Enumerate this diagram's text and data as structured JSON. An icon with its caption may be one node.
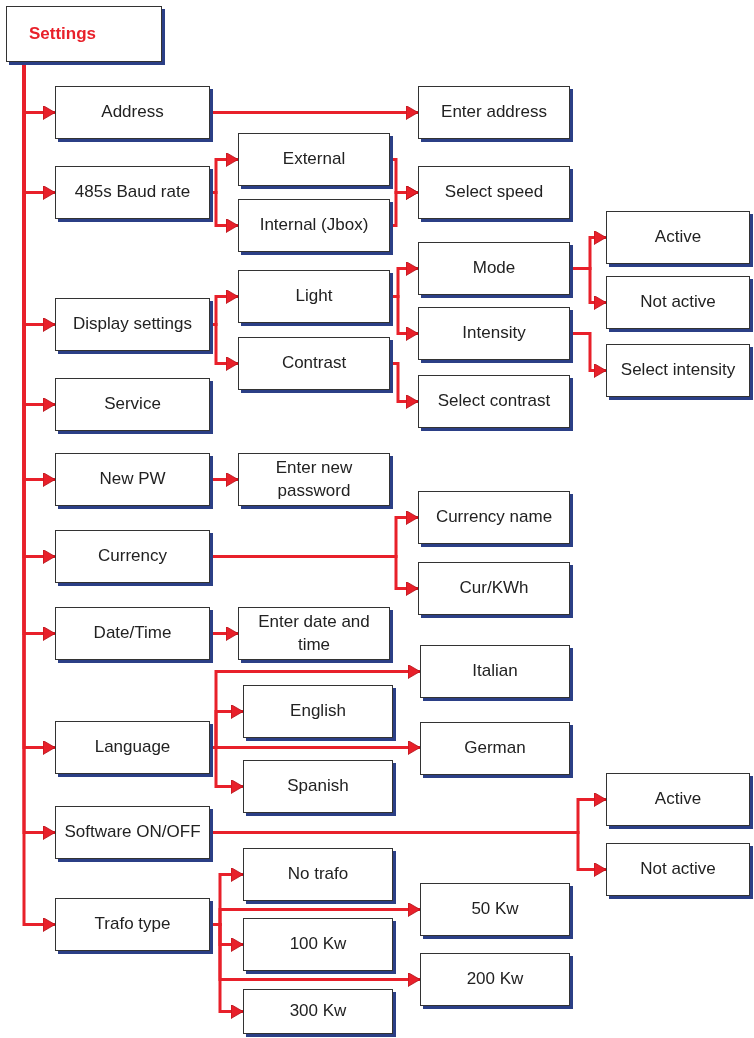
{
  "diagram": {
    "nodes": [
      {
        "text": [
          "Settings"
        ]
      },
      {
        "text": [
          "Address"
        ]
      },
      {
        "text": [
          "Enter address"
        ]
      },
      {
        "text": [
          "485s Baud rate"
        ]
      },
      {
        "text": [
          "External"
        ]
      },
      {
        "text": [
          "Internal (Jbox)"
        ]
      },
      {
        "text": [
          "Select speed"
        ]
      },
      {
        "text": [
          "Display settings"
        ]
      },
      {
        "text": [
          "Light"
        ]
      },
      {
        "text": [
          "Contrast"
        ]
      },
      {
        "text": [
          "Mode"
        ]
      },
      {
        "text": [
          "Intensity"
        ]
      },
      {
        "text": [
          "Active"
        ]
      },
      {
        "text": [
          "Not active"
        ]
      },
      {
        "text": [
          "Select intensity"
        ]
      },
      {
        "text": [
          "Select contrast"
        ]
      },
      {
        "text": [
          "Service"
        ]
      },
      {
        "text": [
          "New PW"
        ]
      },
      {
        "text": [
          "Enter new password"
        ]
      },
      {
        "text": [
          "Currency"
        ]
      },
      {
        "text": [
          "Currency name"
        ]
      },
      {
        "text": [
          "Cur/KWh"
        ]
      },
      {
        "text": [
          "Date/Time"
        ]
      },
      {
        "text": [
          "Enter date and time"
        ]
      },
      {
        "text": [
          "Italian"
        ]
      },
      {
        "text": [
          "English"
        ]
      },
      {
        "text": [
          "Language"
        ]
      },
      {
        "text": [
          "German"
        ]
      },
      {
        "text": [
          "Spanish"
        ]
      },
      {
        "text": [
          "Software ON/OFF"
        ]
      },
      {
        "text": [
          "Active"
        ]
      },
      {
        "text": [
          "Not active"
        ]
      },
      {
        "text": [
          "No trafo"
        ]
      },
      {
        "text": [
          "50 Kw"
        ]
      },
      {
        "text": [
          "Trafo type"
        ]
      },
      {
        "text": [
          "100 Kw"
        ]
      },
      {
        "text": [
          "200 Kw"
        ]
      },
      {
        "text": [
          "300 Kw"
        ]
      }
    ],
    "edges": [
      {
        "from": 0,
        "to": 1,
        "arrow": "to"
      },
      {
        "from": 0,
        "to": 3,
        "arrow": "to"
      },
      {
        "from": 0,
        "to": 7,
        "arrow": "to"
      },
      {
        "from": 0,
        "to": 16,
        "arrow": "to"
      },
      {
        "from": 0,
        "to": 17,
        "arrow": "to"
      },
      {
        "from": 0,
        "to": 19,
        "arrow": "to"
      },
      {
        "from": 0,
        "to": 22,
        "arrow": "to"
      },
      {
        "from": 0,
        "to": 26,
        "arrow": "to"
      },
      {
        "from": 0,
        "to": 29,
        "arrow": "to"
      },
      {
        "from": 0,
        "to": 34,
        "arrow": "to"
      },
      {
        "from": 1,
        "to": 2,
        "arrow": "to"
      },
      {
        "from": 3,
        "to": 4,
        "arrow": "to"
      },
      {
        "from": 3,
        "to": 5,
        "arrow": "to"
      },
      {
        "from": 4,
        "to": 6,
        "arrow": "to"
      },
      {
        "from": 5,
        "to": 6,
        "arrow": "to"
      },
      {
        "from": 7,
        "to": 8,
        "arrow": "to"
      },
      {
        "from": 7,
        "to": 9,
        "arrow": "to"
      },
      {
        "from": 8,
        "to": 10,
        "arrow": "to"
      },
      {
        "from": 8,
        "to": 11,
        "arrow": "to"
      },
      {
        "from": 9,
        "to": 15,
        "arrow": "to"
      },
      {
        "from": 10,
        "to": 12,
        "arrow": "to"
      },
      {
        "from": 10,
        "to": 13,
        "arrow": "to"
      },
      {
        "from": 11,
        "to": 14,
        "arrow": "to"
      },
      {
        "from": 17,
        "to": 18,
        "arrow": "to"
      },
      {
        "from": 19,
        "to": 20,
        "arrow": "to"
      },
      {
        "from": 19,
        "to": 21,
        "arrow": "to"
      },
      {
        "from": 22,
        "to": 23,
        "arrow": "to"
      },
      {
        "from": 26,
        "to": 24,
        "arrow": "to"
      },
      {
        "from": 26,
        "to": 25,
        "arrow": "to"
      },
      {
        "from": 26,
        "to": 27,
        "arrow": "to"
      },
      {
        "from": 26,
        "to": 28,
        "arrow": "to"
      },
      {
        "from": 29,
        "to": 30,
        "arrow": "to"
      },
      {
        "from": 29,
        "to": 31,
        "arrow": "to"
      },
      {
        "from": 34,
        "to": 32,
        "arrow": "to"
      },
      {
        "from": 34,
        "to": 33,
        "arrow": "to"
      },
      {
        "from": 34,
        "to": 35,
        "arrow": "to"
      },
      {
        "from": 34,
        "to": 36,
        "arrow": "to"
      },
      {
        "from": 34,
        "to": 37,
        "arrow": "to"
      }
    ]
  }
}
